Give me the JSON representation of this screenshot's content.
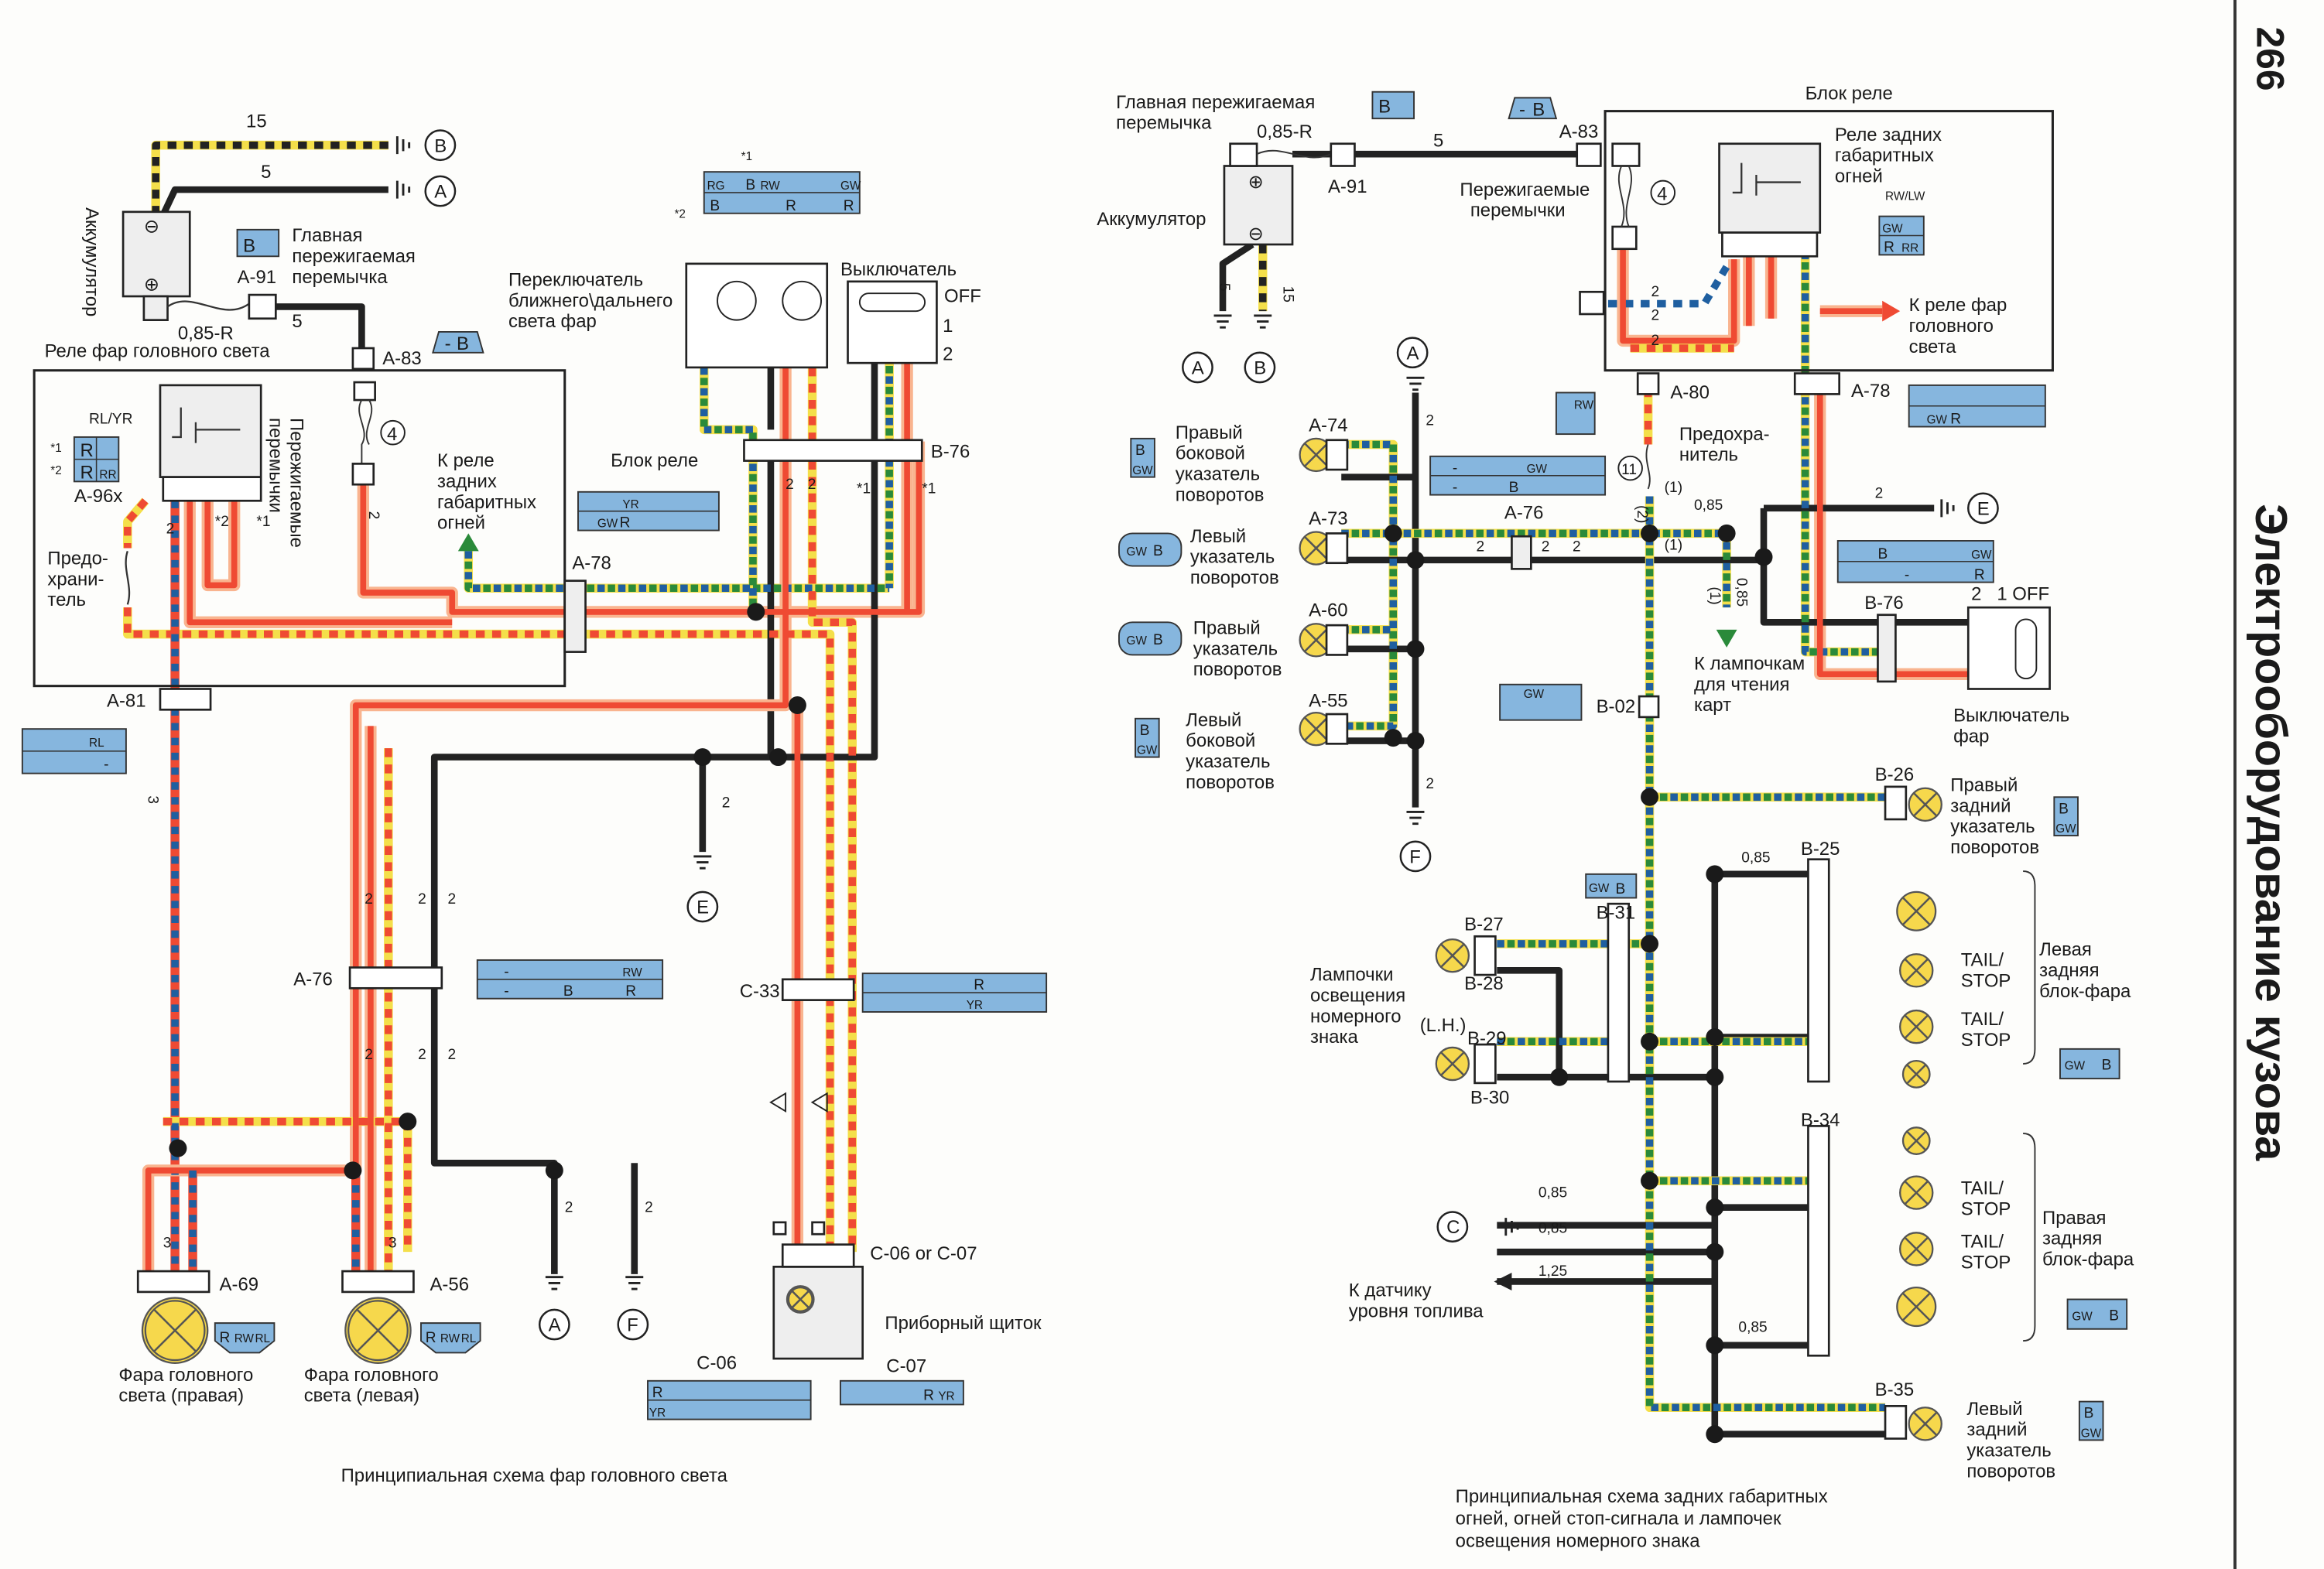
{
  "page_number": "266",
  "section_title": "Электрооборудование кузова",
  "colors": {
    "black_wire": "#222222",
    "red_wire": "#ef4a33",
    "yellow_base": "#f4df4a",
    "blue_dash": "#1f5fa0",
    "green_dash": "#2a8a3a",
    "connector_fill": "#86b6de",
    "lamp_fill": "#f6d84c"
  },
  "common": {
    "g2": "2",
    "g3": "3",
    "g5": "5",
    "g15": "15",
    "g085": "0,85",
    "g125": "1,25",
    "m1": "*1",
    "m2": "*2",
    "A": "A",
    "B": "B",
    "C": "C",
    "E": "E",
    "F": "F",
    "fuse_no4": "4",
    "fuse_no11": "11",
    "minus": "-",
    "R": "R",
    "GW": "GW",
    "RW": "RW",
    "YR": "YR",
    "RG": "RG",
    "RR": "RR",
    "RL": "RL",
    "p1": "(1)",
    "p2": "(2)"
  },
  "left": {
    "battery": "Аккумулятор",
    "w085r": "0,85-R",
    "a91": "A-91",
    "a83": "A-83",
    "a96x": "A-96x",
    "a78": "A-78",
    "a81": "A-81",
    "b76": "B-76",
    "a76": "A-76",
    "c33": "C-33",
    "a69": "A-69",
    "a56": "A-56",
    "main_fuse": [
      "Главная",
      "пережигаемая",
      "перемычка"
    ],
    "relay_title": "Реле фар головного света",
    "rl_yr": "RL/YR",
    "fusible_links": [
      "Пережигаемые",
      "перемычки"
    ],
    "to_tail_relay": [
      "К реле",
      "задних",
      "габаритных",
      "огней"
    ],
    "fuse": [
      "Предо-",
      "храни-",
      "тель"
    ],
    "relay_block": "Блок реле",
    "dimmer": [
      "Переключатель",
      "ближнего\\дальнего",
      "света фар"
    ],
    "switch": "Выключатель",
    "off": "OFF",
    "pos1": "1",
    "pos2": "2",
    "head_right": [
      "Фара головного",
      "света (правая)"
    ],
    "head_left": [
      "Фара головного",
      "света (левая)"
    ],
    "c06_or_c07": "C-06 or C-07",
    "instrument": "Приборный щиток",
    "c06": "C-06",
    "c07": "C-07",
    "caption": "Принципиальная схема фар головного света"
  },
  "right": {
    "main_fuse": [
      "Главная пережигаемая",
      "перемычка"
    ],
    "battery": "Аккумулятор",
    "w085r": "0,85-R",
    "a91": "A-91",
    "a83": "A-83",
    "a80": "A-80",
    "a78": "A-78",
    "a74": "A-74",
    "a73": "A-73",
    "a60": "A-60",
    "a55": "A-55",
    "a76": "A-76",
    "b76": "B-76",
    "b02": "B-02",
    "b26": "B-26",
    "b25": "B-25",
    "b27": "B-27",
    "b28": "B-28",
    "b29": "B-29",
    "b30": "B-30",
    "b31": "B-31",
    "b34": "B-34",
    "b35": "B-35",
    "relay_block": "Блок реле",
    "tail_relay": [
      "Реле задних",
      "габаритных",
      "огней"
    ],
    "rw_lw": "RW/LW",
    "fusible_links": [
      "Пережигаемые",
      "перемычки"
    ],
    "to_head_relay": [
      "К реле фар",
      "головного",
      "света"
    ],
    "fuse": [
      "Предохра-",
      "нитель"
    ],
    "right_side_turn": [
      "Правый",
      "боковой",
      "указатель",
      "поворотов"
    ],
    "left_turn": [
      "Левый",
      "указатель",
      "поворотов"
    ],
    "right_turn": [
      "Правый",
      "указатель",
      "поворотов"
    ],
    "left_side_turn": [
      "Левый",
      "боковой",
      "указатель",
      "поворотов"
    ],
    "to_map_lamps": [
      "К лампочкам",
      "для чтения",
      "карт"
    ],
    "switch": [
      "Выключатель",
      "фар"
    ],
    "sw_pos": "2   1 OFF",
    "right_rear_turn": [
      "Правый",
      "задний",
      "указатель",
      "поворотов"
    ],
    "left_rear_turn": [
      "Левый",
      "задний",
      "указатель",
      "поворотов"
    ],
    "tail_stop": [
      "TAIL/",
      "STOP"
    ],
    "left_combo": [
      "Левая",
      "задняя",
      "блок-фара"
    ],
    "right_combo": [
      "Правая",
      "задняя",
      "блок-фара"
    ],
    "license": [
      "Лампочки",
      "освещения",
      "номерного",
      "знака"
    ],
    "lh": "(L.H.)",
    "fuel": [
      "К датчику",
      "уровня топлива"
    ],
    "caption": [
      "Принципиальная схема задних габаритных",
      "огней, огней стоп-сигнала и лампочек",
      "освещения номерного знака"
    ]
  }
}
